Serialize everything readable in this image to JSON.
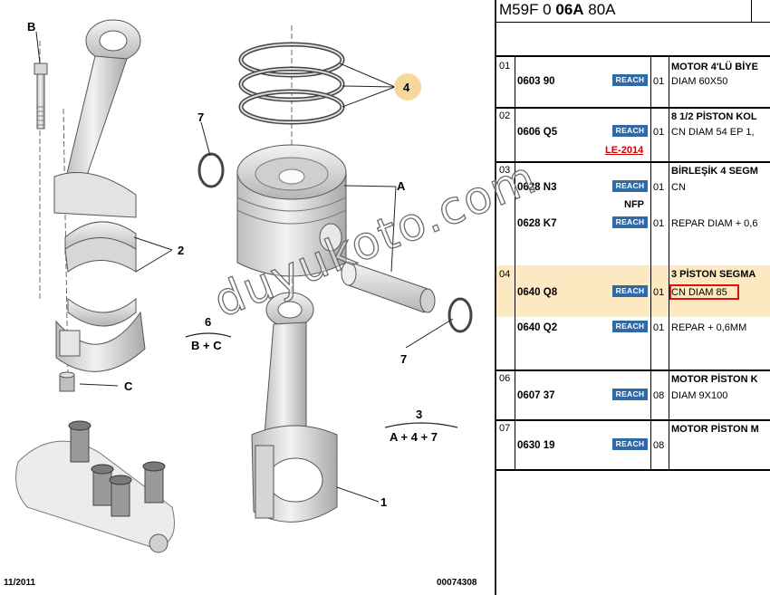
{
  "diagram": {
    "callouts": {
      "b_top": "B",
      "seven_top": "7",
      "four": "4",
      "a": "A",
      "two": "2",
      "six": "6",
      "six_sub": "B + C",
      "seven_right": "7",
      "c": "C",
      "three": "3",
      "three_sub": "A + 4 + 7",
      "one": "1"
    },
    "footer_date": "11/2011",
    "footer_ref": "00074308"
  },
  "panel": {
    "header": {
      "code_pre": "M59F 0 ",
      "code_bold": "06A",
      "code_post": " 80A"
    },
    "badge_label": "REACH",
    "groups": [
      {
        "num": "01",
        "title": "MOTOR 4'LÜ BİYE",
        "rows": [
          {
            "ref": "0603 90",
            "qty": "01",
            "desc": "DIAM 60X50"
          }
        ]
      },
      {
        "num": "02",
        "title": "8 1/2 PİSTON KOL",
        "rows": [
          {
            "ref": "0606 Q5",
            "qty": "01",
            "desc": "CN DIAM 54 EP 1,"
          }
        ],
        "note_red": "LE-2014"
      },
      {
        "num": "03",
        "title": "BİRLEŞİK 4 SEGM",
        "rows": [
          {
            "ref": "0628 N3",
            "qty": "01",
            "desc": "CN"
          },
          {
            "ref": "0628 K7",
            "qty": "01",
            "desc": "REPAR DIAM + 0,6"
          }
        ],
        "note": "NFP"
      },
      {
        "num": "04",
        "title": "3 PİSTON SEGMA",
        "rows": [
          {
            "ref": "0640 Q8",
            "qty": "01",
            "desc": "CN DIAM 85"
          },
          {
            "ref": "0640 Q2",
            "qty": "01",
            "desc": "REPAR + 0,6MM"
          }
        ]
      },
      {
        "num": "06",
        "title": "MOTOR PİSTON K",
        "rows": [
          {
            "ref": "0607 37",
            "qty": "08",
            "desc": "DIAM 9X100"
          }
        ]
      },
      {
        "num": "07",
        "title": "MOTOR PİSTON M",
        "rows": [
          {
            "ref": "0630 19",
            "qty": "08",
            "desc": ""
          }
        ]
      }
    ]
  },
  "watermark": "duyukoto.com",
  "colors": {
    "badge": "#2f6aa6",
    "highlight_row": "#fde9c1",
    "callout_4": "#f7d79b",
    "note_red": "#cc0000",
    "select_box": "#e01010"
  }
}
